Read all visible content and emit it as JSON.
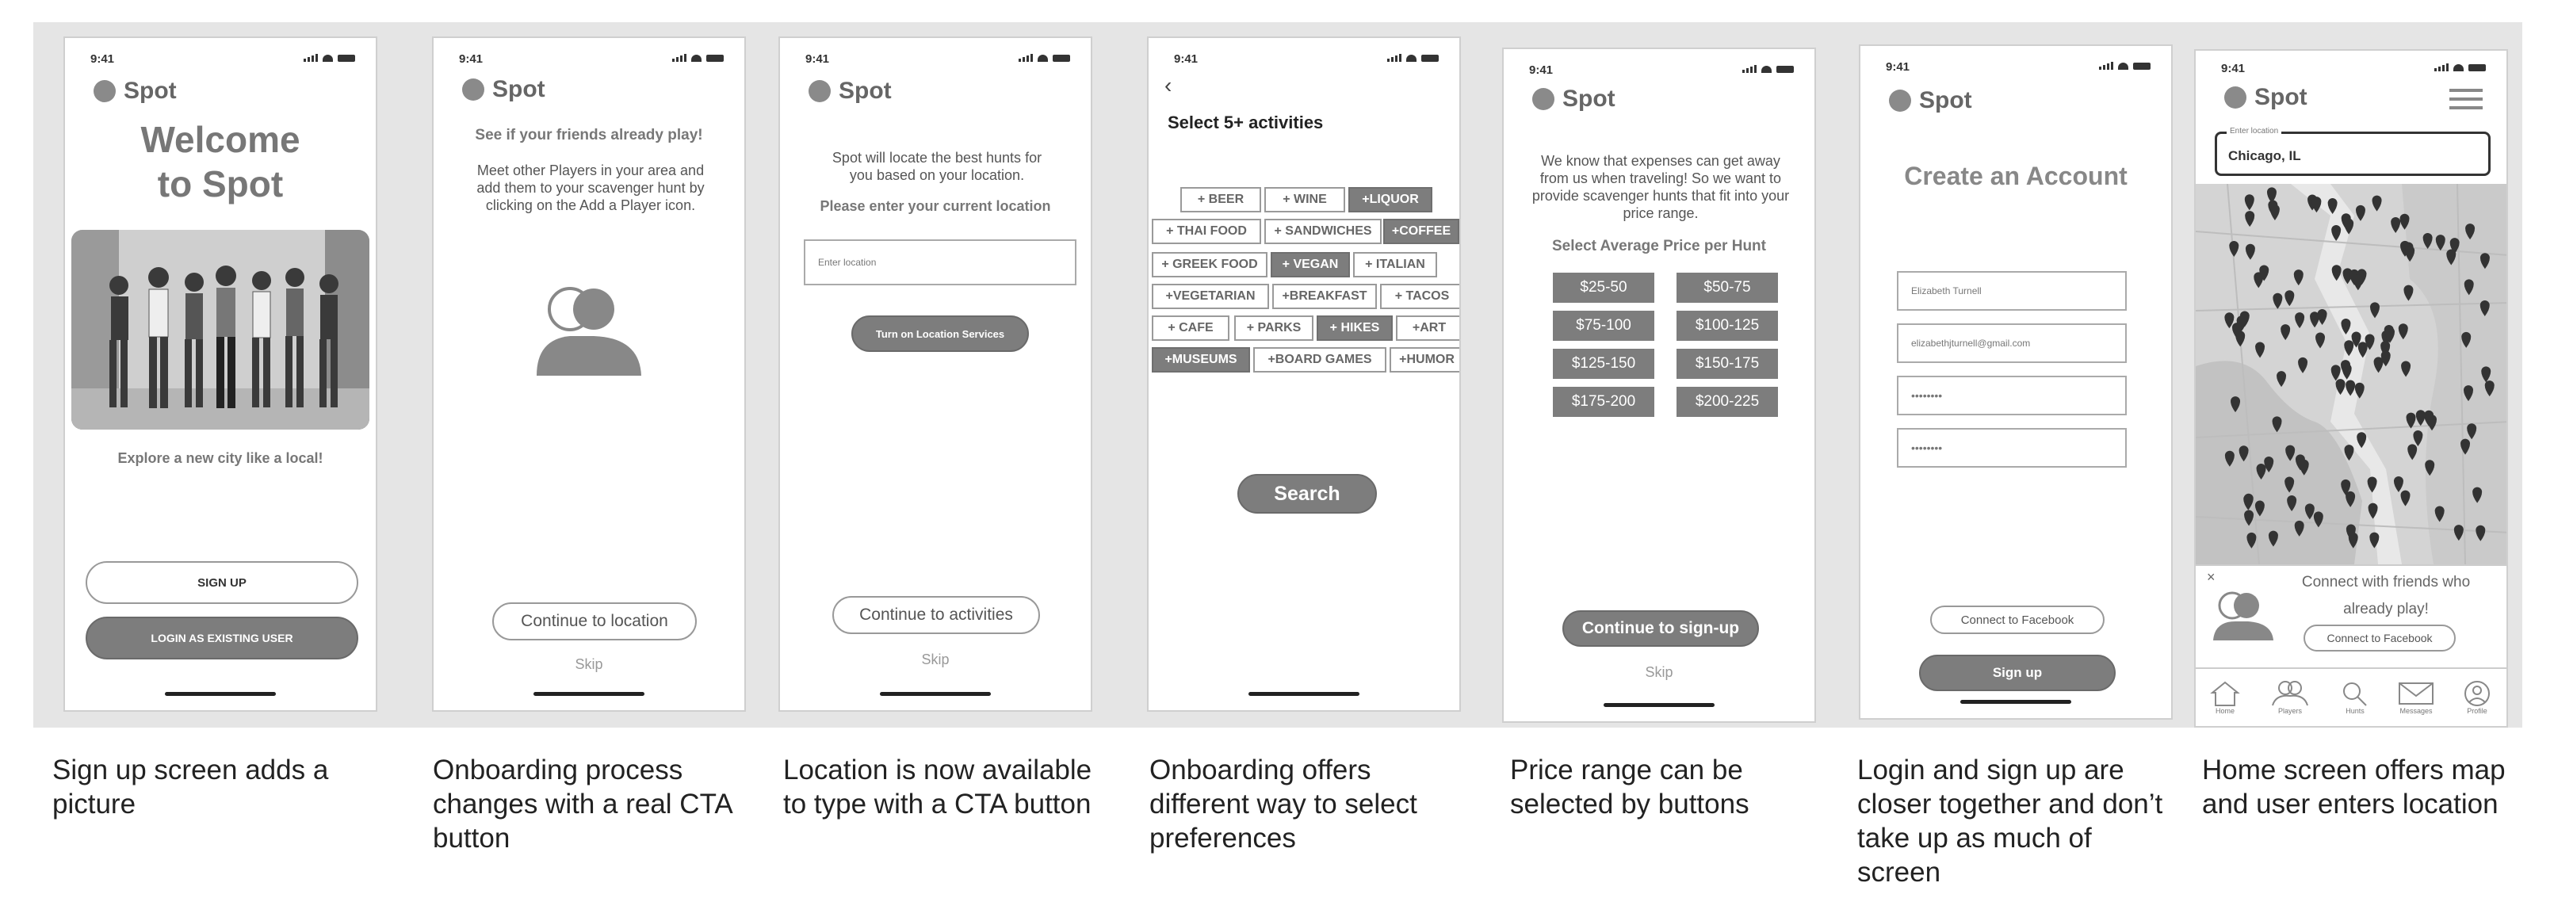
{
  "status_time": "9:41",
  "brand": "Spot",
  "screen1": {
    "title_line1": "Welcome",
    "title_line2": "to Spot",
    "tagline": "Explore a new city like a local!",
    "signup_label": "SIGN UP",
    "login_label": "LOGIN AS EXISTING USER",
    "photo_icon": "group-photo"
  },
  "screen2": {
    "headline": "See if your friends already play!",
    "body": "Meet other Players in your area and add them to your scavenger hunt by clicking on the Add a Player icon.",
    "cta": "Continue to location",
    "skip": "Skip",
    "icon": "add-player-icon"
  },
  "screen3": {
    "body": "Spot will locate the best hunts for you based on your location.",
    "prompt": "Please enter your current location",
    "input_placeholder": "Enter location",
    "location_button": "Turn on Location Services",
    "cta": "Continue to activities",
    "skip": "Skip"
  },
  "screen4": {
    "title": "Select 5+ activities",
    "tags": [
      {
        "label": "+ BEER",
        "selected": false
      },
      {
        "label": "+ WINE",
        "selected": false
      },
      {
        "label": "+LIQUOR",
        "selected": true
      },
      {
        "label": "+ THAI FOOD",
        "selected": false
      },
      {
        "label": "+ SANDWICHES",
        "selected": false
      },
      {
        "label": "+COFFEE",
        "selected": true
      },
      {
        "label": "+ GREEK FOOD",
        "selected": false
      },
      {
        "label": "+ VEGAN",
        "selected": true
      },
      {
        "label": "+ ITALIAN",
        "selected": false
      },
      {
        "label": "+VEGETARIAN",
        "selected": false
      },
      {
        "label": "+BREAKFAST",
        "selected": false
      },
      {
        "label": "+ TACOS",
        "selected": false
      },
      {
        "label": "+ CAFE",
        "selected": false
      },
      {
        "label": "+ PARKS",
        "selected": false
      },
      {
        "label": "+ HIKES",
        "selected": true
      },
      {
        "label": "+ART",
        "selected": false
      },
      {
        "label": "+MUSEUMS",
        "selected": true
      },
      {
        "label": "+BOARD GAMES",
        "selected": false
      },
      {
        "label": "+HUMOR",
        "selected": false
      }
    ],
    "search": "Search"
  },
  "screen5": {
    "body": "We know that expenses can get away from us when traveling! So we want to provide scavenger hunts that fit into your price range.",
    "prompt": "Select Average Price per Hunt",
    "prices": [
      "$25-50",
      "$50-75",
      "$75-100",
      "$100-125",
      "$125-150",
      "$150-175",
      "$175-200",
      "$200-225"
    ],
    "cta": "Continue to sign-up",
    "skip": "Skip"
  },
  "screen6": {
    "title": "Create an Account",
    "name_value": "Elizabeth Turnell",
    "email_value": "elizabethjturnell@gmail.com",
    "password_value": "••••••••",
    "confirm_value": "••••••••",
    "facebook": "Connect to Facebook",
    "signup": "Sign up"
  },
  "screen7": {
    "location_label": "Enter location",
    "location_value": "Chicago, IL",
    "friends_text": "Connect with friends who already play!",
    "facebook": "Connect to Facebook",
    "close": "×",
    "nav": [
      "Home",
      "Players",
      "Hunts",
      "Messages",
      "Profile"
    ]
  },
  "captions": [
    "Sign up screen adds a picture",
    "Onboarding process changes with a real CTA button",
    "Location is now available to type with a CTA button",
    "Onboarding offers different way to select preferences",
    "Price range can be selected by buttons",
    "Login and sign up are closer together and don’t take up as much of screen",
    "Home screen offers map and user enters location"
  ],
  "colors": {
    "accent": "#7d7d7d",
    "band": "#e5e5e5"
  }
}
